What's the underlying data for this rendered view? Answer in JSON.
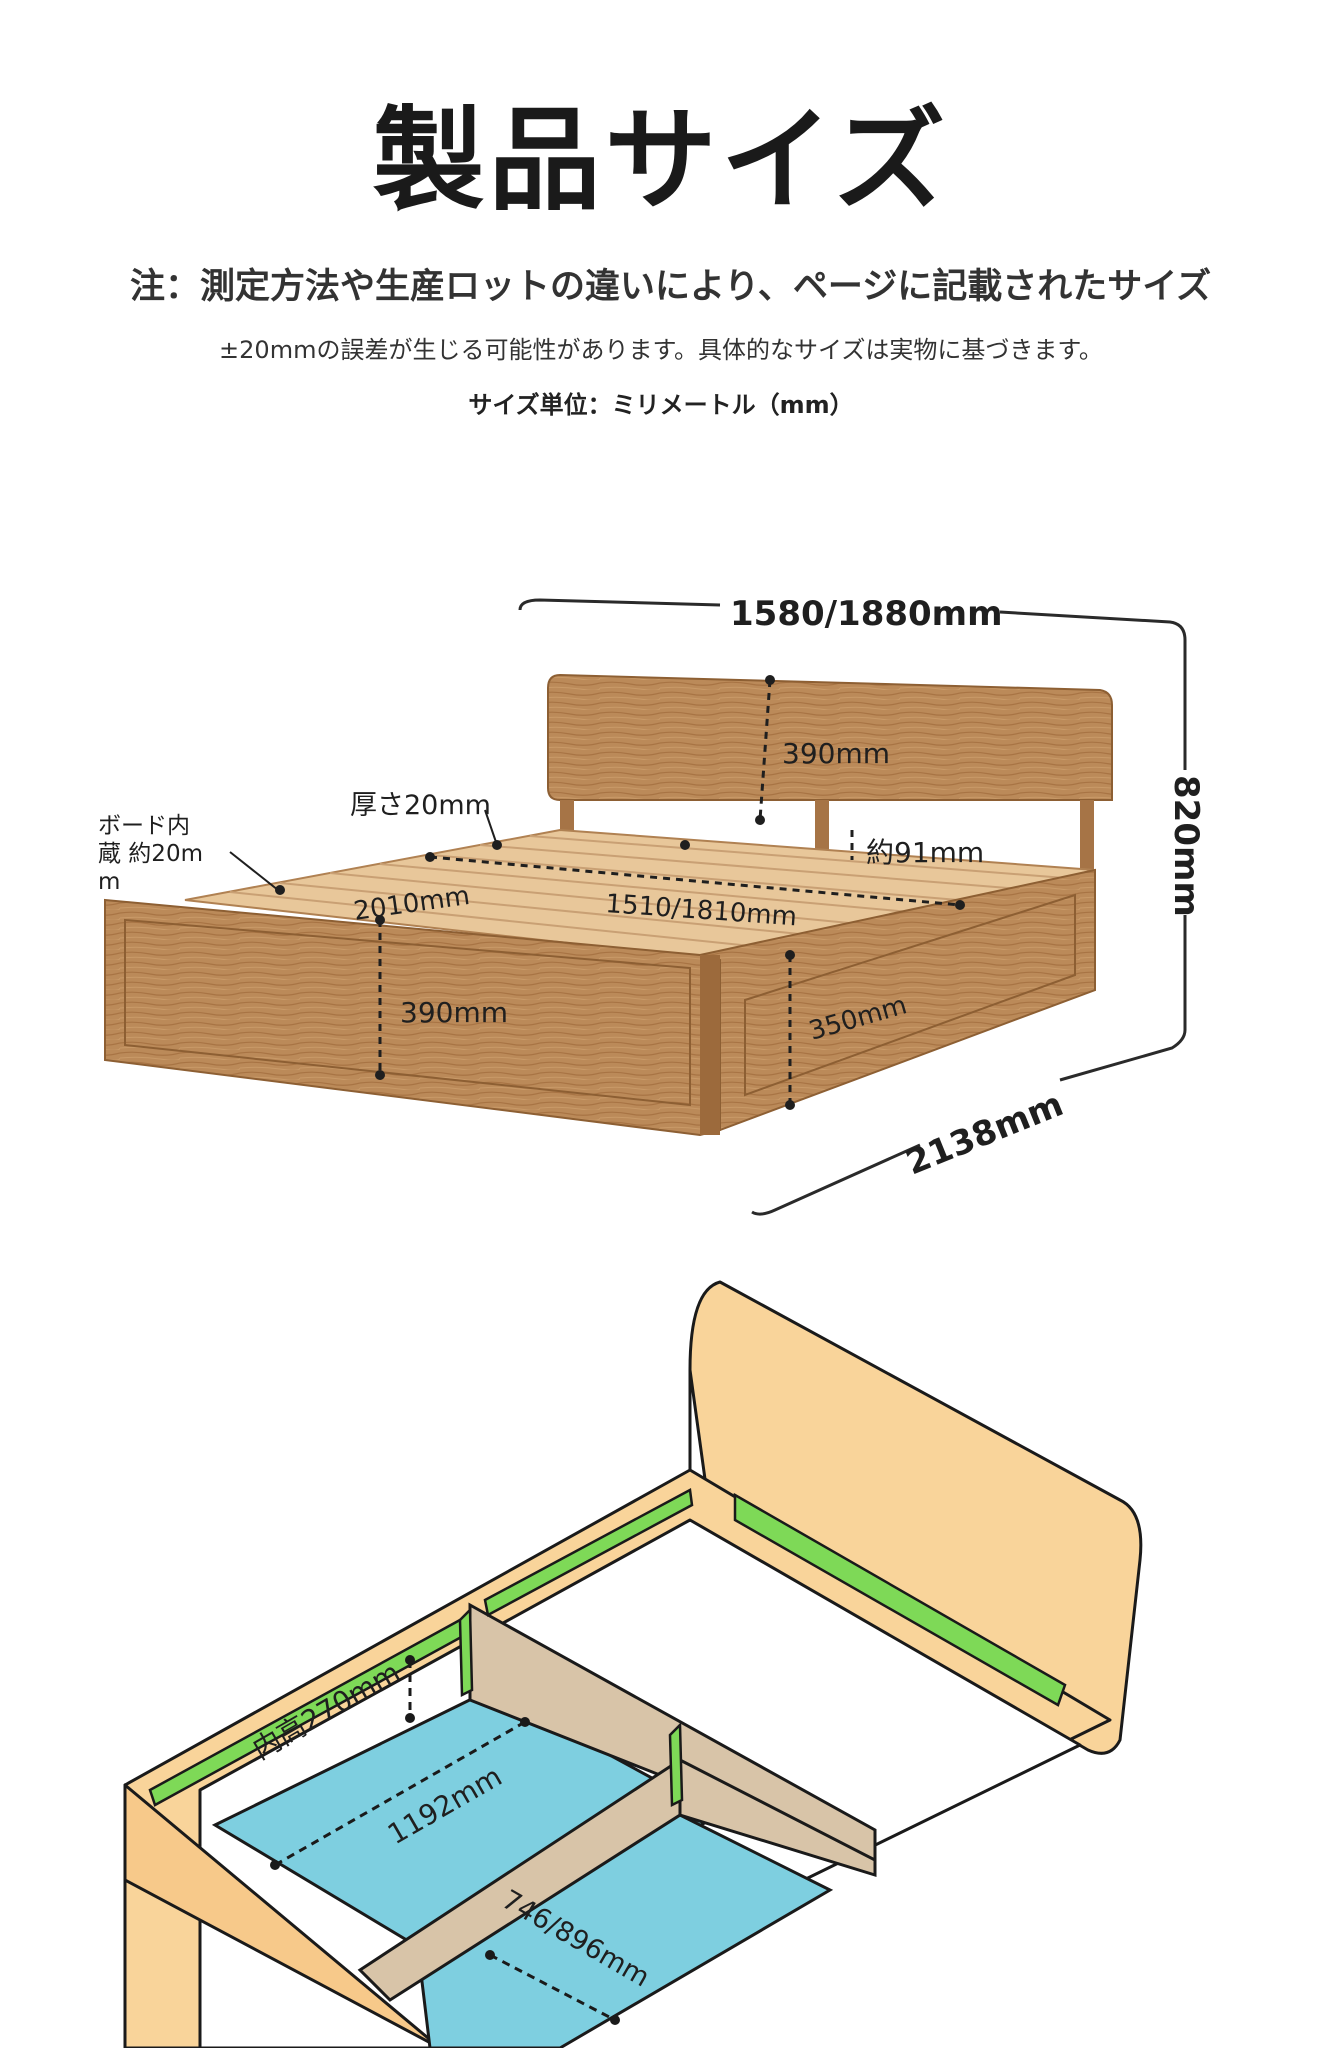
{
  "header": {
    "title": "製品サイズ",
    "note_line1": "注：測定方法や生産ロットの違いにより、ページに記載されたサイズ",
    "note_line2": "±20mmの誤差が生じる可能性があります。具体的なサイズは実物に基づきます。",
    "unit_note": "サイズ単位：ミリメートル（mm）"
  },
  "bed_photo": {
    "width": "1580/1880mm",
    "height": "820mm",
    "length": "2138mm",
    "headboard_height": "390mm",
    "board_thickness": "厚さ20mm",
    "board_inside": "ボード内蔵 約20mm",
    "board_inside_l1": "ボード内",
    "board_inside_l2": "蔵 約20m",
    "board_inside_l3": "m",
    "clearance": "約91mm",
    "inner_length": "2010mm",
    "inner_width": "1510/1810mm",
    "footboard_height": "390mm",
    "side_height": "350mm"
  },
  "storage_diagram": {
    "inner_height": "内高270mm",
    "compartment_length": "1192mm",
    "compartment_width": "746/896mm"
  },
  "colors": {
    "wood": "#b98554",
    "wood_dark": "#9c6a3c",
    "frame_fill": "#f9d49a",
    "compartment": "#7ecfe0",
    "slat_green": "#7ed957",
    "divider": "#d8c4a8"
  }
}
